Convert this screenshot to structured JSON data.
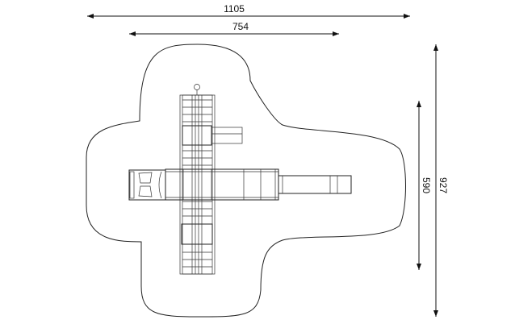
{
  "dimensions": {
    "overall_width": "1105",
    "structure_width": "754",
    "structure_depth": "590",
    "overall_depth": "927"
  }
}
